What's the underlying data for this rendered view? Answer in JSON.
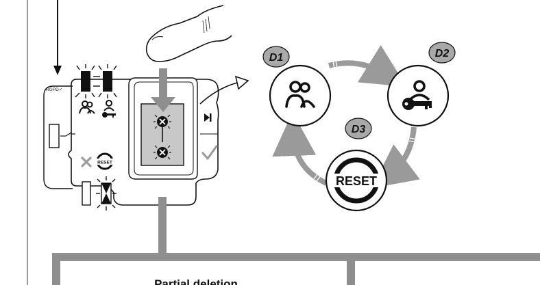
{
  "device": {
    "rgpd_label": "RGPD✓",
    "reset_label": "RESET"
  },
  "cycle": {
    "d1_label": "D1",
    "d2_label": "D2",
    "d3_label": "D3",
    "reset_label": "RESET"
  },
  "bottom": {
    "partial_deletion_label": "Partial deletion"
  },
  "colors": {
    "arrow_gray": "#9a9a9a",
    "badge_gray": "#a8a8a8",
    "panel_gray": "#c8c8c8",
    "check_gray": "#9c9c9c",
    "line": "#111111"
  }
}
